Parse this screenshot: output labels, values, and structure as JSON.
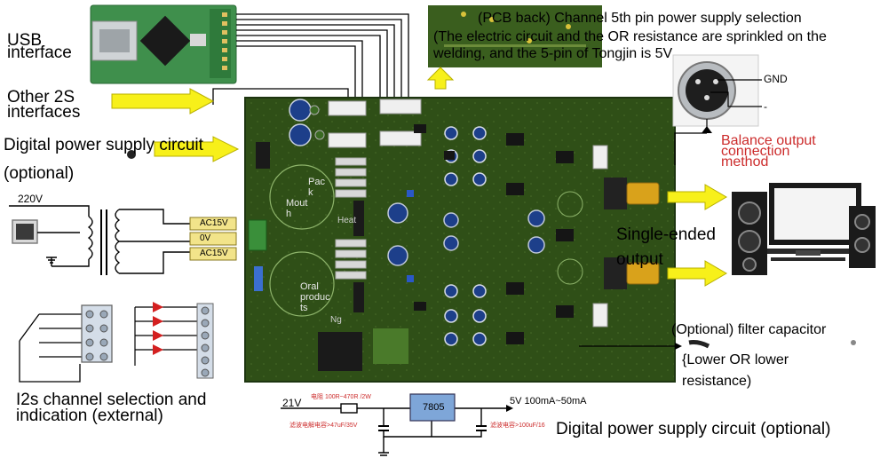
{
  "labels": {
    "usb_interface_1": "USB",
    "usb_interface_2": "interface",
    "other_i2s_1": "Other 2S",
    "other_i2s_2": "interfaces",
    "digital_psu_left_1": "Digital power supply circuit",
    "digital_psu_left_2": "(optional)",
    "mains_voltage": "220V",
    "ac15v_top": "AC15V",
    "zero_v": "0V",
    "ac15v_bottom": "AC15V",
    "i2s_selection_1": "I2s channel selection and",
    "i2s_selection_2": "indication (external)",
    "pcb_back_1": "(PCB back) Channel 5th pin power supply selection",
    "pcb_back_2": "(The electric circuit and the OR resistance are sprinkled on the",
    "pcb_back_3": "welding, and the 5-pin of Tongjin is 5V",
    "xlr_gnd": "GND",
    "xlr_minus": "-",
    "balance_1": "Balance output",
    "balance_2": "connection",
    "balance_3": "method",
    "single_ended_1": "Single-ended",
    "single_ended_2": "output",
    "filter_cap": "(Optional) filter capacitor",
    "lower_res_1": "{Lower OR lower",
    "lower_res_2": "resistance)",
    "psu_input": "21V",
    "psu_resistor": "电阻 100R~470R /2W",
    "psu_regulator": "7805",
    "psu_output": "5V 100mA~50mA",
    "psu_cap_left": "滤波电解电容>47uF/35V",
    "psu_cap_right": "滤波电容>100uF/16",
    "digital_psu_bottom": "Digital power supply circuit (optional)",
    "pcb_pack_1": "Pac",
    "pcb_pack_2": "k",
    "pcb_mouth_1": "Mout",
    "pcb_mouth_2": "h",
    "pcb_heat": "Heat",
    "pcb_oral_1": "Oral",
    "pcb_oral_2": "produc",
    "pcb_oral_3": "ts",
    "pcb_ng": "Ng"
  },
  "colors": {
    "pcb_green": "#2f4f17",
    "pcb_dark": "#1d3510",
    "usb_board": "#3f8f4c",
    "arrow_yellow": "#f7f01a",
    "label_yellow": "#f2e48a",
    "terminal_green": "#3a8f3a",
    "capacitor_blue": "#1d3f8a",
    "rca_gold": "#d9a21b",
    "psu_text_red": "#cc2b2b",
    "led_red": "#d42020",
    "regulator_blue": "#7ea6d8"
  },
  "icons": {
    "xlr": "xlr-connector-icon",
    "speaker": "speaker-system-icon",
    "mains": "mains-socket-icon",
    "transformer": "transformer-icon"
  }
}
